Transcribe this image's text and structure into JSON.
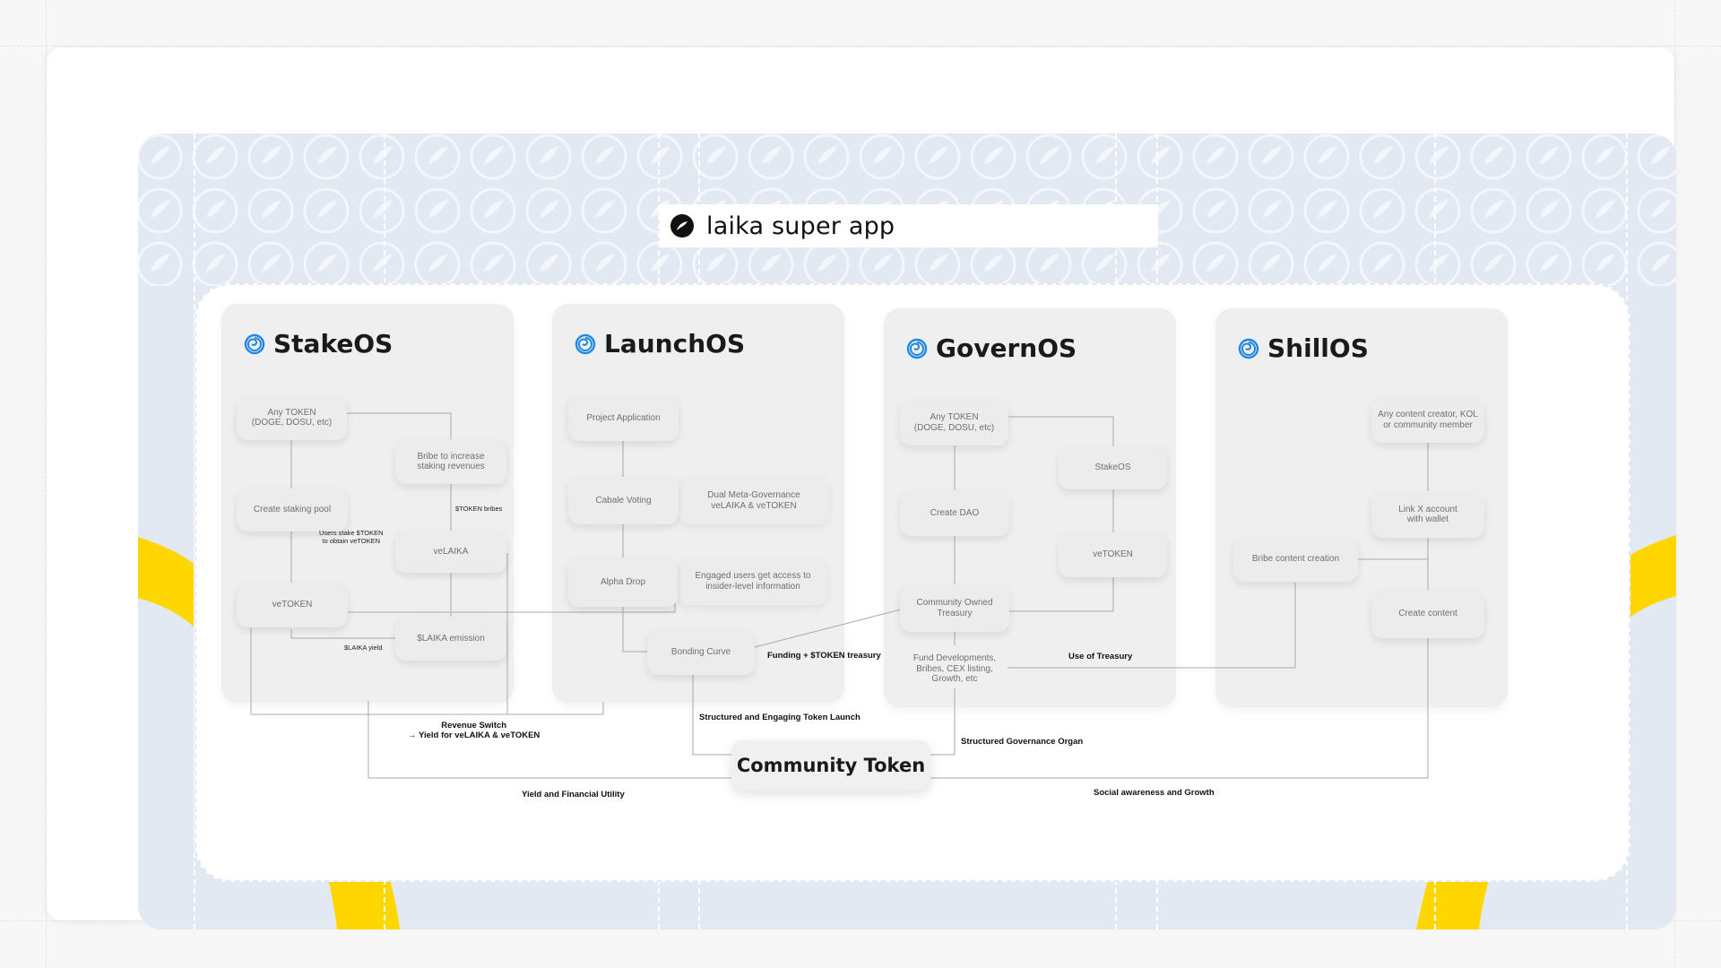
{
  "app": {
    "title": "laika super app"
  },
  "modules": [
    {
      "name": "StakeOS",
      "nodes": [
        "Any TOKEN\n(DOGE, DOSU, etc)",
        "Bribe to increase\nstaking revenues",
        "Create staking pool",
        "veLAIKA",
        "veTOKEN",
        "$LAIKA emission"
      ],
      "labels": {
        "token_bribes": "$TOKEN bribes",
        "users_stake": "Users stake $TOKEN\nto obtain veTOKEN",
        "laika_yield": "$LAIKA yield"
      }
    },
    {
      "name": "LaunchOS",
      "nodes": [
        "Project Application",
        "Cabale Voting",
        "Alpha Drop",
        "Bonding Curve"
      ],
      "notes": [
        "Dual Meta-Governance\nveLAIKA & veTOKEN",
        "Engaged users get access to\ninsider-level information"
      ]
    },
    {
      "name": "GovernOS",
      "nodes": [
        "Any TOKEN\n(DOGE, DOSU, etc)",
        "StakeOS",
        "Create DAO",
        "veTOKEN",
        "Community Owned\nTreasury"
      ],
      "notes": [
        "Fund Developments,\nBribes, CEX listing,\nGrowth, etc"
      ]
    },
    {
      "name": "ShillOS",
      "nodes": [
        "Any content creator, KOL\nor community member",
        "Link X account\nwith wallet",
        "Bribe content creation",
        "Create content"
      ]
    }
  ],
  "center": {
    "label": "Community Token"
  },
  "flow_labels": {
    "funding": "Funding + $TOKEN treasury",
    "use_of_treasury": "Use of Treasury",
    "revenue_switch": "Revenue Switch\n→ Yield for veLAIKA & veTOKEN",
    "structured_launch": "Structured and Engaging Token Launch",
    "structured_governance": "Structured Governance Organ",
    "yield_utility": "Yield and Financial Utility",
    "social_growth": "Social awareness and Growth"
  },
  "colors": {
    "stage_bg": "#e3e9f2",
    "accent_yellow": "#ffd600",
    "swirl_blue": "#1e88e5",
    "node_bg": "#ececec",
    "connector": "#a8a8a8"
  },
  "icons": {
    "logo": "laika-logo-icon",
    "module": "swirl-icon"
  }
}
